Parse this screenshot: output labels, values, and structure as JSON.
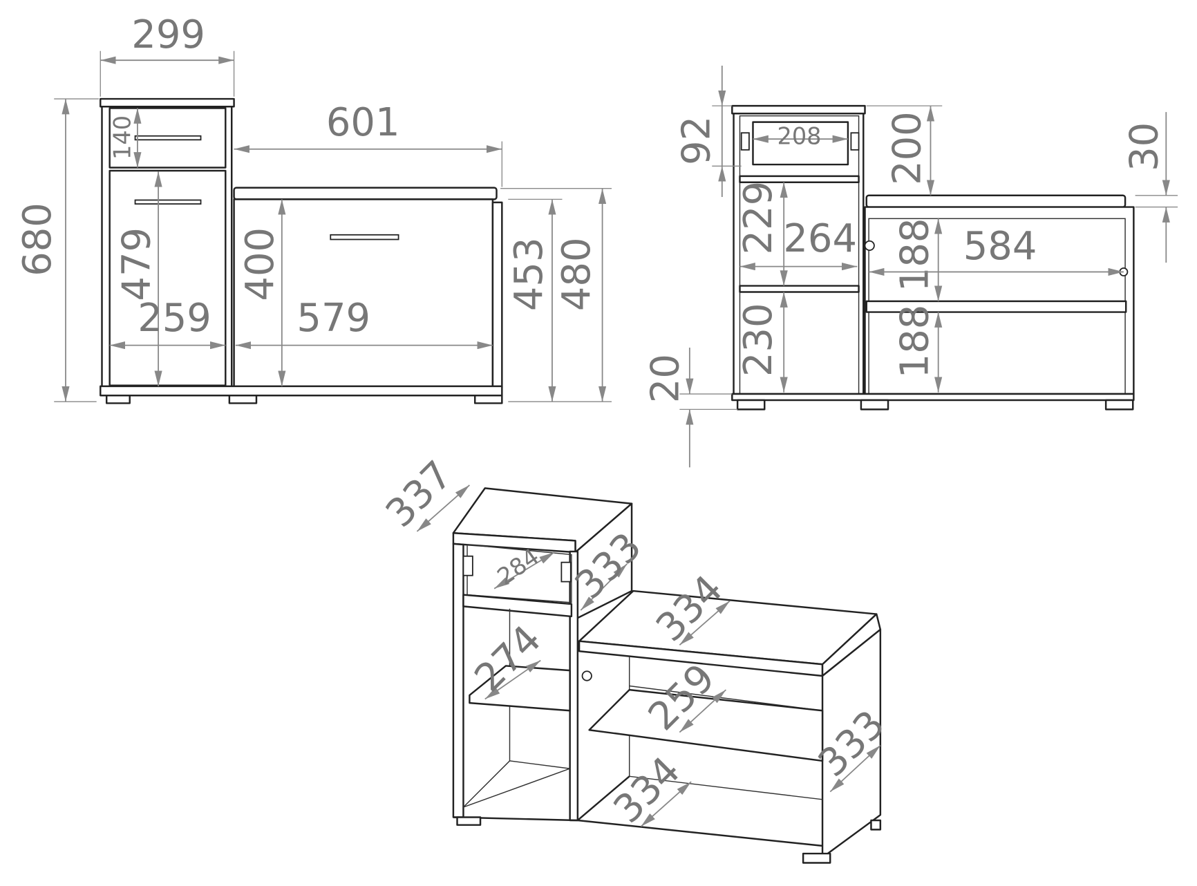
{
  "front_view": {
    "total_width_column": "299",
    "bench_width": "601",
    "total_height": "680",
    "drawer_height": "140",
    "door_height": "479",
    "column_inner_width": "259",
    "bench_inner_height": "400",
    "bench_inner_width": "579",
    "bench_body_height": "453",
    "seat_height": "480"
  },
  "open_view": {
    "drawer_height": "92",
    "drawer_width": "208",
    "column_above_seat": "200",
    "cushion_thickness": "30",
    "upper_compartment_height": "229",
    "column_compartment_width": "264",
    "bench_upper_height": "188",
    "bench_inner_width": "584",
    "bench_lower_height": "188",
    "lower_compartment_height": "230",
    "foot_height": "20"
  },
  "iso_view": {
    "column_depth": "337",
    "drawer_depth": "284",
    "column_side_depth": "333",
    "cushion_depth": "334",
    "column_shelf_depth": "274",
    "bench_shelf_depth": "259",
    "bench_side_depth": "333",
    "bench_bottom_depth": "334"
  },
  "colors": {
    "line": "#222222",
    "dimension": "#888888"
  }
}
